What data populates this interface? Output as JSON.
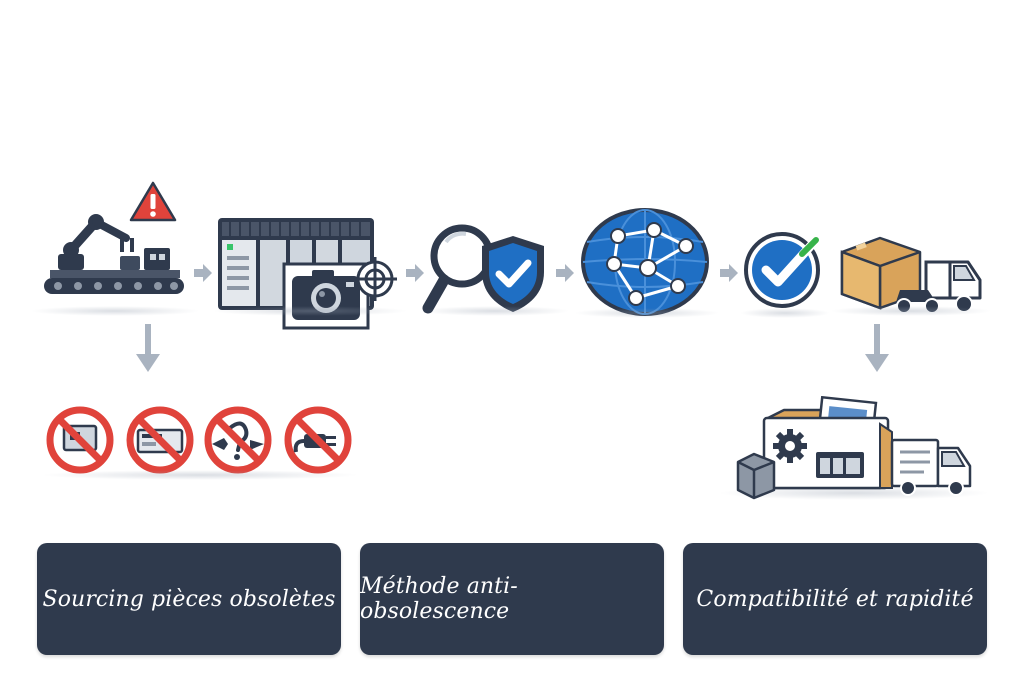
{
  "labels": {
    "sourcing": "Sourcing pièces obsolètes",
    "methode": "Méthode anti-obsolescence",
    "compatibilite": "Compatibilité et rapidité"
  },
  "colors": {
    "navy": "#2f3a4d",
    "blue": "#1f6fc4",
    "red": "#e0433b",
    "arrow": "#a9b3c0",
    "box": "#d9a35a"
  },
  "icons": [
    "factory-robot-icon",
    "warning-icon",
    "plc-controller-icon",
    "camera-icon",
    "target-icon",
    "magnifier-icon",
    "shield-check-icon",
    "globe-network-icon",
    "check-circle-icon",
    "delivery-truck-icon",
    "prohibited-icon",
    "folder-documents-icon"
  ]
}
